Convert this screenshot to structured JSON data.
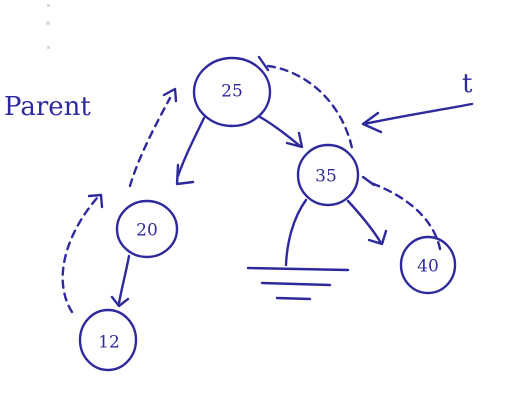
{
  "labels": {
    "parent": "Parent",
    "t": "t"
  },
  "nodes": [
    {
      "id": "n25",
      "value": "25"
    },
    {
      "id": "n35",
      "value": "35"
    },
    {
      "id": "n20",
      "value": "20"
    },
    {
      "id": "n12",
      "value": "12"
    },
    {
      "id": "n40",
      "value": "40"
    }
  ],
  "colors": {
    "ink": "#2e2a9e",
    "paper": "#ffffff"
  }
}
